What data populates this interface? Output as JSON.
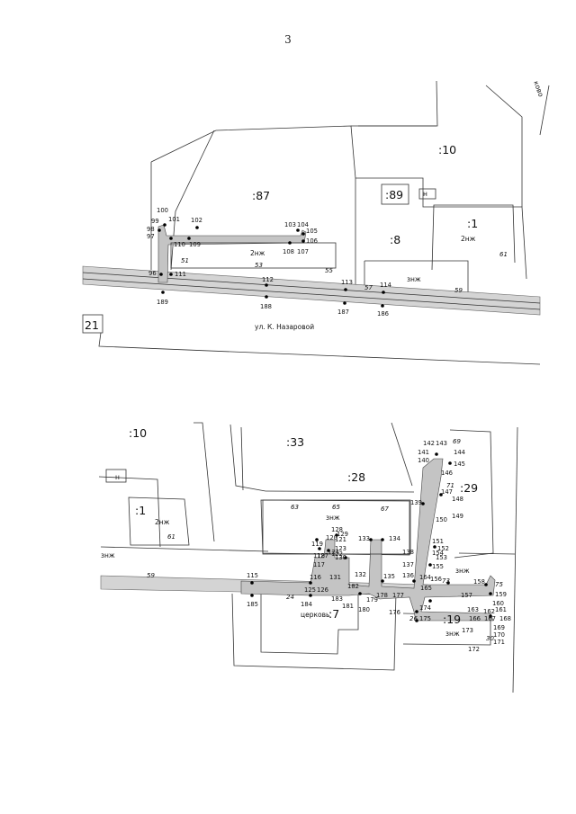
{
  "page_number": "3",
  "map1": {
    "cadastral": [
      "87",
      "10",
      "89",
      "8",
      "1",
      "21"
    ],
    "cadastral_labels": [
      ":87",
      ":10",
      ":89",
      ":8",
      ":1",
      "21"
    ],
    "street_name": "ул. К. Назаровой",
    "corner_label": "ково",
    "h_label": "н",
    "building_labels": [
      "2нж",
      "2нж",
      "знж"
    ],
    "italic_numbers": [
      "51",
      "53",
      "55",
      "57",
      "59",
      "61"
    ],
    "point_labels": [
      "100",
      "101",
      "102",
      "103",
      "104",
      "105",
      "106",
      "107",
      "108",
      "109",
      "110",
      "111",
      "112",
      "113",
      "114",
      "96",
      "97",
      "98",
      "99",
      "189",
      "188",
      "187",
      "186"
    ]
  },
  "map2": {
    "cadastral_labels": [
      ":10",
      ":33",
      ":28",
      ":29",
      ":7",
      ":19",
      ":1"
    ],
    "church_label": "церковь",
    "h_label": "н",
    "building_labels": [
      "2нж",
      "знж",
      "знж",
      "знж",
      "знж"
    ],
    "italic_numbers": [
      "61",
      "59",
      "63",
      "65",
      "67",
      "69",
      "71",
      "73",
      "75",
      "24",
      "26",
      "30"
    ],
    "point_labels": [
      "115",
      "116",
      "117",
      "118",
      "119",
      "120",
      "121",
      "122",
      "123",
      "124",
      "125",
      "126",
      "127",
      "128",
      "129",
      "130",
      "131",
      "132",
      "133",
      "134",
      "135",
      "136",
      "137",
      "138",
      "139",
      "140",
      "141",
      "142",
      "143",
      "144",
      "145",
      "146",
      "147",
      "148",
      "149",
      "150",
      "151",
      "152",
      "153",
      "154",
      "155",
      "156",
      "157",
      "158",
      "159",
      "160",
      "161",
      "162",
      "163",
      "164",
      "165",
      "166",
      "167",
      "168",
      "169",
      "170",
      "171",
      "172",
      "173",
      "174",
      "175",
      "176",
      "177",
      "178",
      "179",
      "180",
      "181",
      "182",
      "183",
      "184",
      "185"
    ]
  }
}
